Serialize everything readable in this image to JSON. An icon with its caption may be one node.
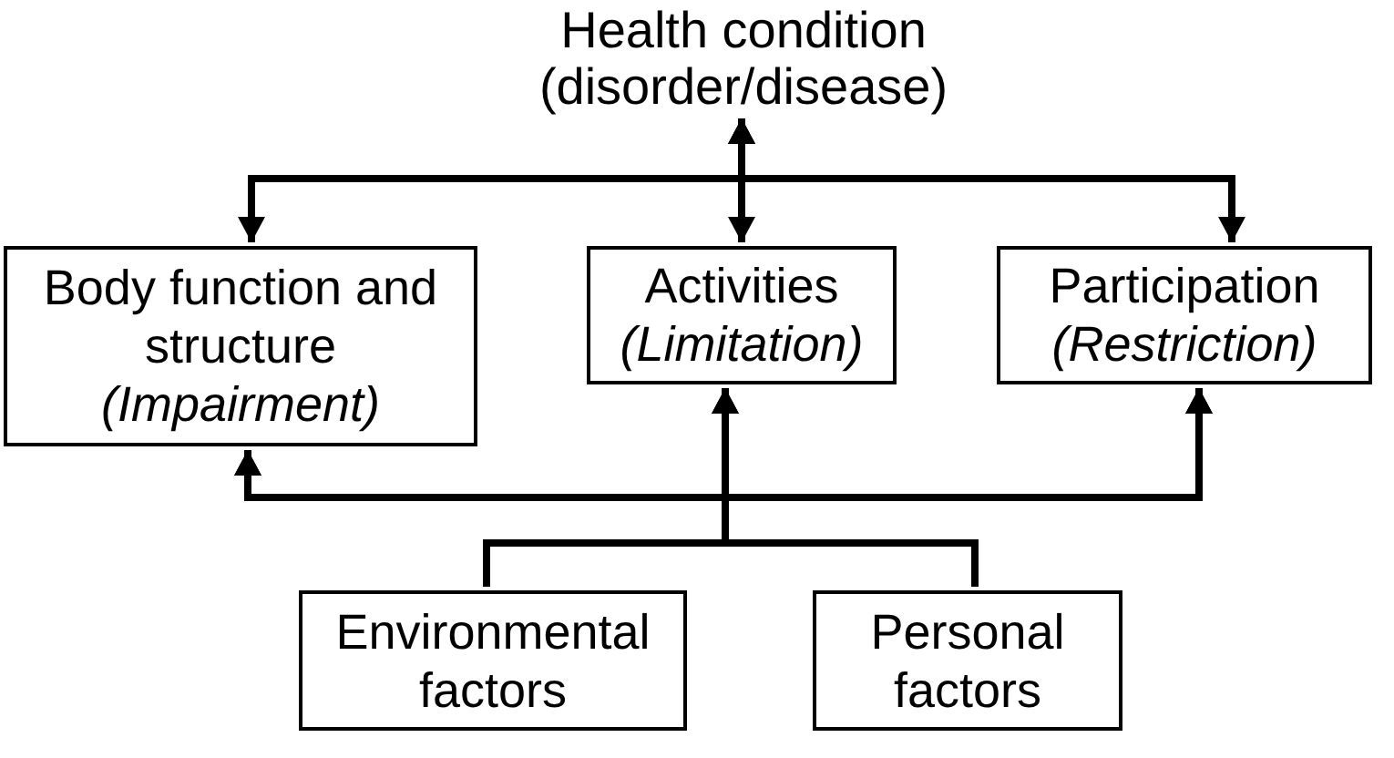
{
  "diagram": {
    "nodes": [
      {
        "text": [
          "Health condition",
          "(disorder/disease)"
        ]
      },
      {
        "text": [
          "Body function and structure",
          "(Impairment)"
        ]
      },
      {
        "text": [
          "Activities",
          "(Limitation)"
        ]
      },
      {
        "text": [
          "Participation",
          "(Restriction)"
        ]
      },
      {
        "text": [
          "Environmental factors"
        ]
      },
      {
        "text": [
          "Personal factors"
        ]
      }
    ],
    "edges": [
      {
        "from": 0,
        "to": 1,
        "arrow": "both"
      },
      {
        "from": 0,
        "to": 2,
        "arrow": "both"
      },
      {
        "from": 0,
        "to": 3,
        "arrow": "both"
      },
      {
        "from": 4,
        "to": 1,
        "arrow": "to"
      },
      {
        "from": 4,
        "to": 2,
        "arrow": "to"
      },
      {
        "from": 4,
        "to": 3,
        "arrow": "to"
      },
      {
        "from": 5,
        "to": 1,
        "arrow": "to"
      },
      {
        "from": 5,
        "to": 2,
        "arrow": "to"
      },
      {
        "from": 5,
        "to": 3,
        "arrow": "to"
      }
    ]
  }
}
